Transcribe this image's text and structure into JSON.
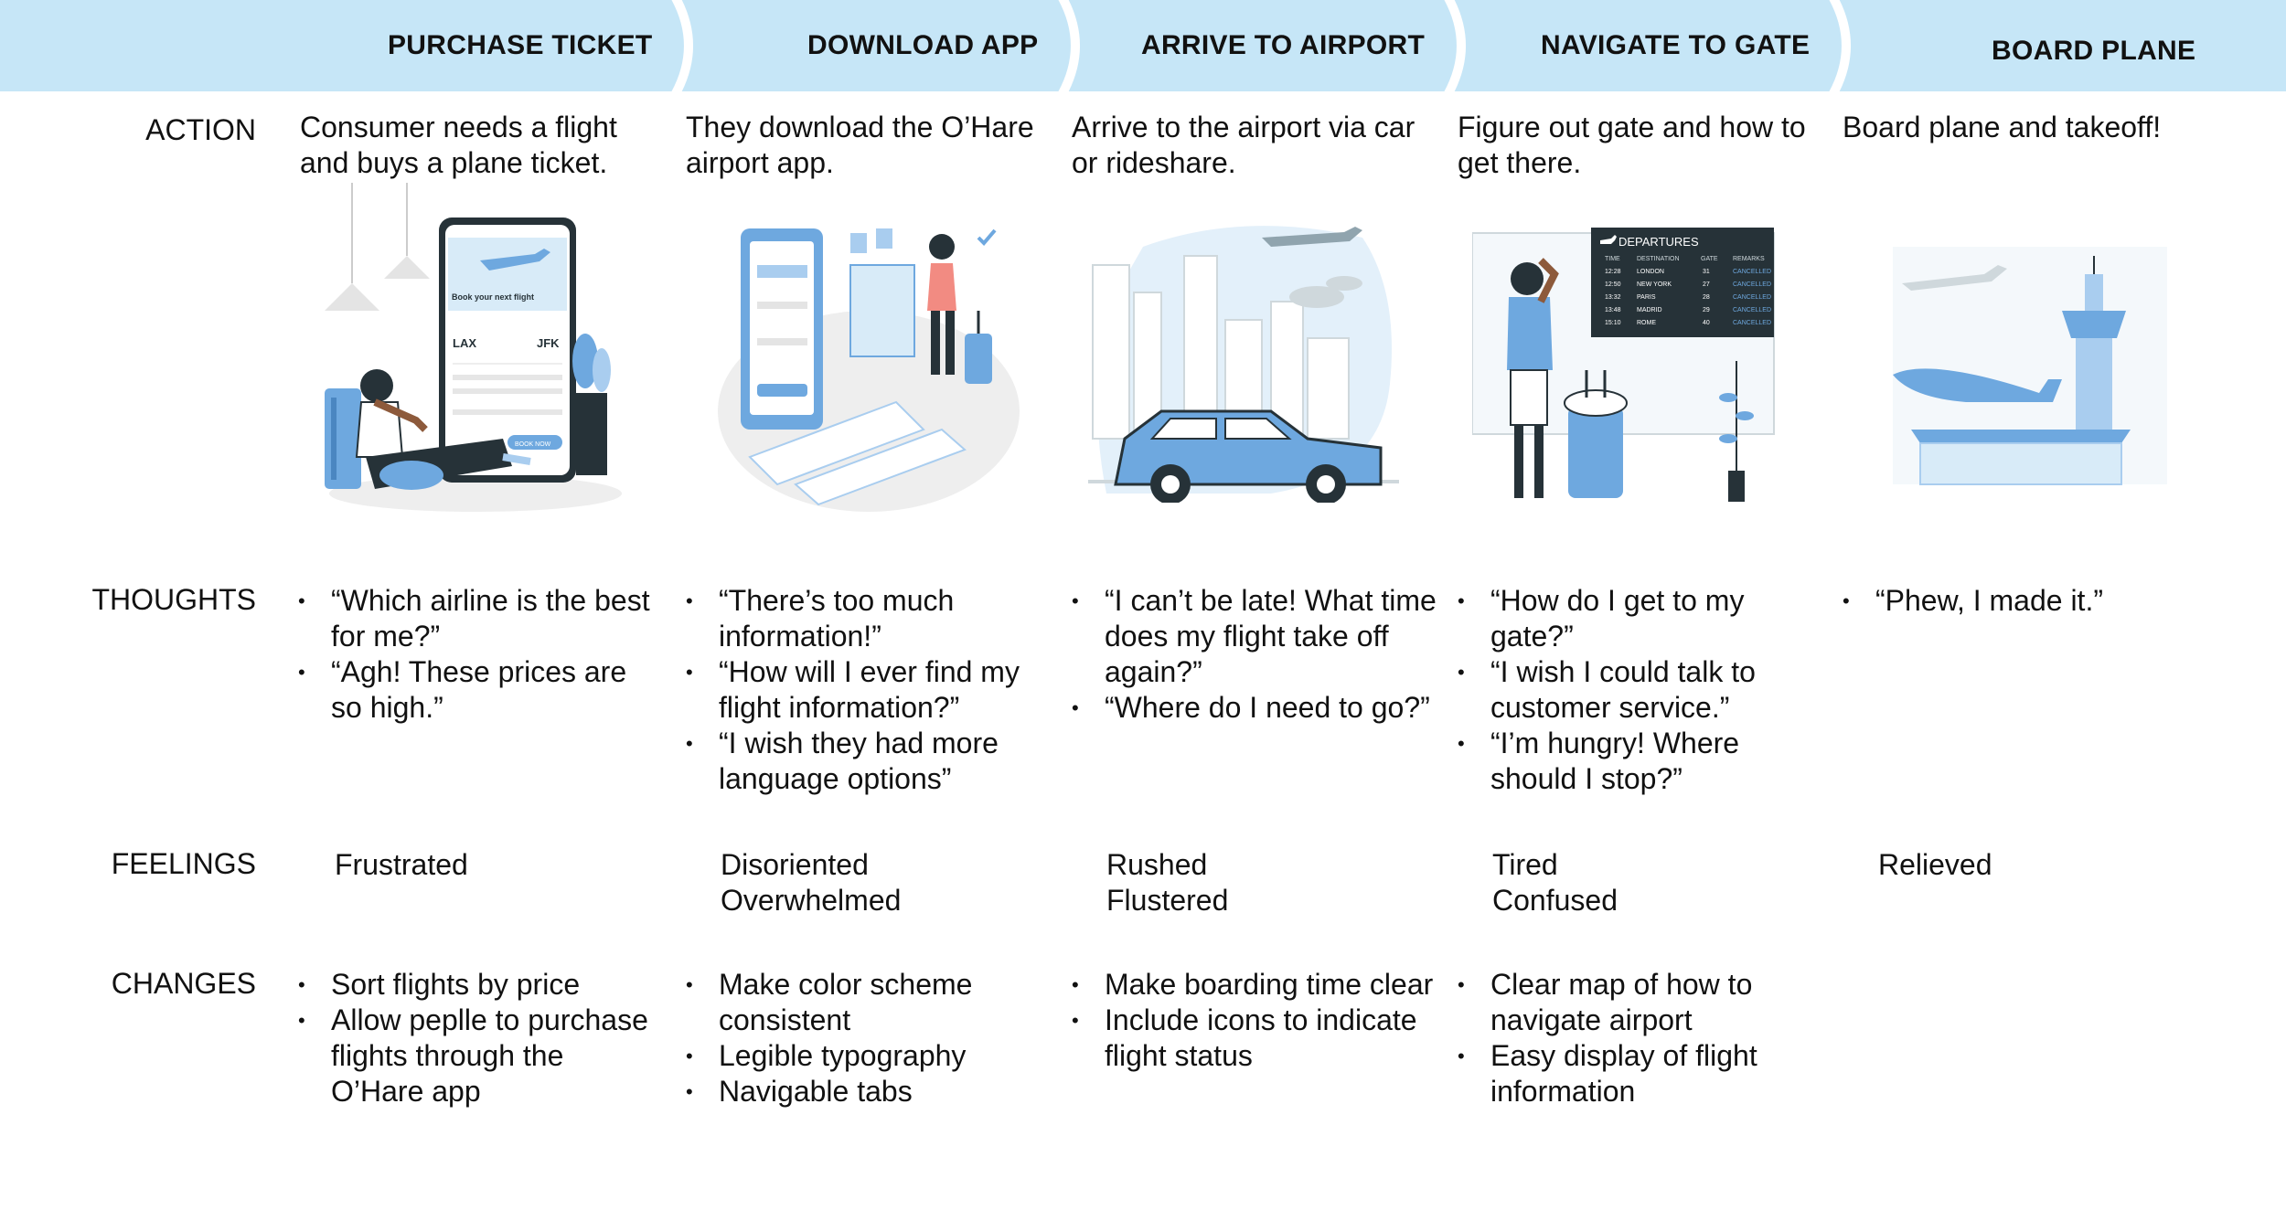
{
  "stages": [
    {
      "title": "PURCHASE TICKET"
    },
    {
      "title": "DOWNLOAD APP"
    },
    {
      "title": "ARRIVE TO AIRPORT"
    },
    {
      "title": "NAVIGATE TO GATE"
    },
    {
      "title": "BOARD PLANE"
    }
  ],
  "row_labels": {
    "action": "ACTION",
    "thoughts": "THOUGHTS",
    "feelings": "FEELINGS",
    "changes": "CHANGES"
  },
  "actions": [
    "Consumer needs a flight and buys a plane ticket.",
    "They download the O’Hare airport app.",
    "Arrive to the airport via car or rideshare.",
    "Figure out gate and how to get there.",
    "Board plane and takeoff!"
  ],
  "thoughts": [
    [
      "“Which airline is the best for me?”",
      "“Agh! These prices are so high.”"
    ],
    [
      "“There’s too much information!”",
      "“How will I ever find my flight information?”",
      "“I wish they had more language options”"
    ],
    [
      "“I can’t be late! What time does my flight take off again?”",
      "“Where do I need to go?”"
    ],
    [
      "“How do I get to my gate?”",
      "“I wish I could talk to customer service.”",
      "“I’m hungry! Where should I stop?”"
    ],
    [
      "“Phew, I made it.”"
    ]
  ],
  "feelings": [
    [
      "Frustrated"
    ],
    [
      "Disoriented",
      "Overwhelmed"
    ],
    [
      "Rushed",
      "Flustered"
    ],
    [
      "Tired",
      "Confused"
    ],
    [
      "Relieved"
    ]
  ],
  "changes": [
    [
      "Sort flights by price",
      "Allow peplle to purchase flights through the O’Hare app"
    ],
    [
      "Make color scheme consistent",
      "Legible typography",
      "Navigable tabs"
    ],
    [
      "Make boarding time clear",
      "Include icons to indicate flight status"
    ],
    [
      "Clear map of how to navigate airport",
      "Easy display of flight information"
    ],
    []
  ],
  "illustration_text": {
    "phone_promo": "Book your next flight",
    "phone_from": "LAX",
    "phone_to": "JFK",
    "phone_button": "BOOK NOW",
    "board_title": "DEPARTURES",
    "board_headers": [
      "TIME",
      "DESTINATION",
      "GATE",
      "REMARKS"
    ],
    "board_rows": [
      [
        "12:28",
        "LONDON",
        "31",
        "CANCELLED"
      ],
      [
        "12:50",
        "NEW YORK",
        "27",
        "CANCELLED"
      ],
      [
        "13:32",
        "PARIS",
        "28",
        "CANCELLED"
      ],
      [
        "13:48",
        "MADRID",
        "29",
        "CANCELLED"
      ],
      [
        "15:10",
        "ROME",
        "40",
        "CANCELLED"
      ]
    ]
  },
  "colors": {
    "header_band": "#c6e6f7",
    "accent": "#6ea8df",
    "dark": "#263238"
  }
}
